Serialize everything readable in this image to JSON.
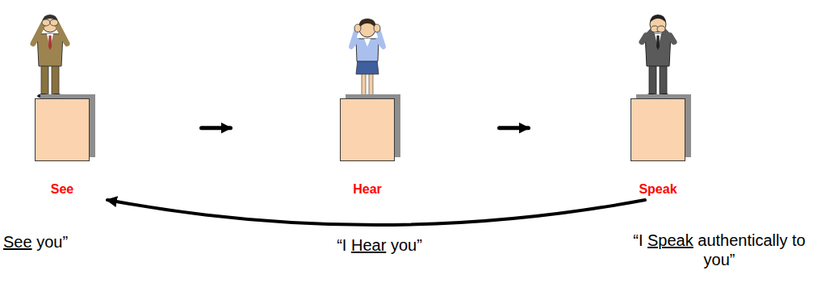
{
  "diagram": {
    "nodes": [
      {
        "text": [
          "See"
        ]
      },
      {
        "text": [
          "Hear"
        ]
      },
      {
        "text": [
          "Speak"
        ]
      }
    ],
    "edges": [
      {
        "from": 0,
        "to": 1,
        "arrow": "to"
      },
      {
        "from": 1,
        "to": 2,
        "arrow": "to"
      },
      {
        "from": 2,
        "to": 0,
        "arrow": "to"
      }
    ],
    "labels": [
      "See you”",
      "“I Hear you”",
      "“I Speak authentically to you”"
    ]
  }
}
